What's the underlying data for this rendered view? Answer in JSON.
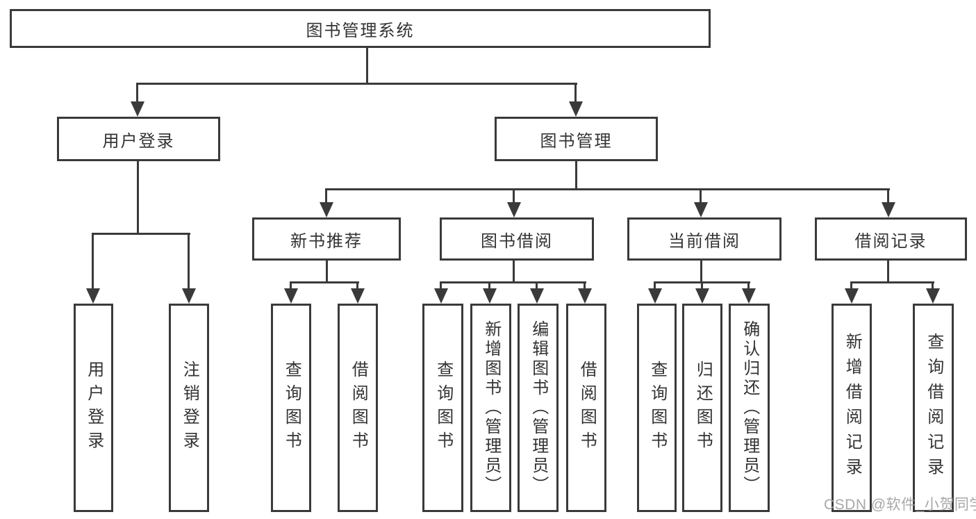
{
  "diagram_title": "图书管理系统",
  "nodes": {
    "root": "图书管理系统",
    "user_login": "用户登录",
    "book_mgmt": "图书管理",
    "new_book_rec": "新书推荐",
    "book_borrow": "图书借阅",
    "current_borrow": "当前借阅",
    "borrow_record": "借阅记录",
    "leaf_user_login": "用户登录",
    "leaf_logout": "注销登录",
    "leaf_query_book_a": "查询图书",
    "leaf_borrow_book_a": "借阅图书",
    "leaf_query_book_b": "查询图书",
    "leaf_add_book_admin": "新增图书（管理员）",
    "leaf_edit_book_admin": "编辑图书（管理员）",
    "leaf_borrow_book_b": "借阅图书",
    "leaf_query_book_c": "查询图书",
    "leaf_return_book": "归还图书",
    "leaf_confirm_return_admin": "确认归还（管理员）",
    "leaf_add_borrow_record": "新增借阅记录",
    "leaf_query_borrow_record": "查询借阅记录"
  },
  "hierarchy": {
    "图书管理系统": [
      "用户登录",
      "图书管理"
    ],
    "用户登录": [
      "用户登录",
      "注销登录"
    ],
    "图书管理": [
      "新书推荐",
      "图书借阅",
      "当前借阅",
      "借阅记录"
    ],
    "新书推荐": [
      "查询图书",
      "借阅图书"
    ],
    "图书借阅": [
      "查询图书",
      "新增图书（管理员）",
      "编辑图书（管理员）",
      "借阅图书"
    ],
    "当前借阅": [
      "查询图书",
      "归还图书",
      "确认归还（管理员）"
    ],
    "借阅记录": [
      "新增借阅记录",
      "查询借阅记录"
    ]
  },
  "watermark": "CSDN @软件_小贺同学",
  "colors": {
    "line": "#3a3a3a",
    "text": "#333333",
    "watermark": "#9e9e9e",
    "background": "#ffffff"
  }
}
